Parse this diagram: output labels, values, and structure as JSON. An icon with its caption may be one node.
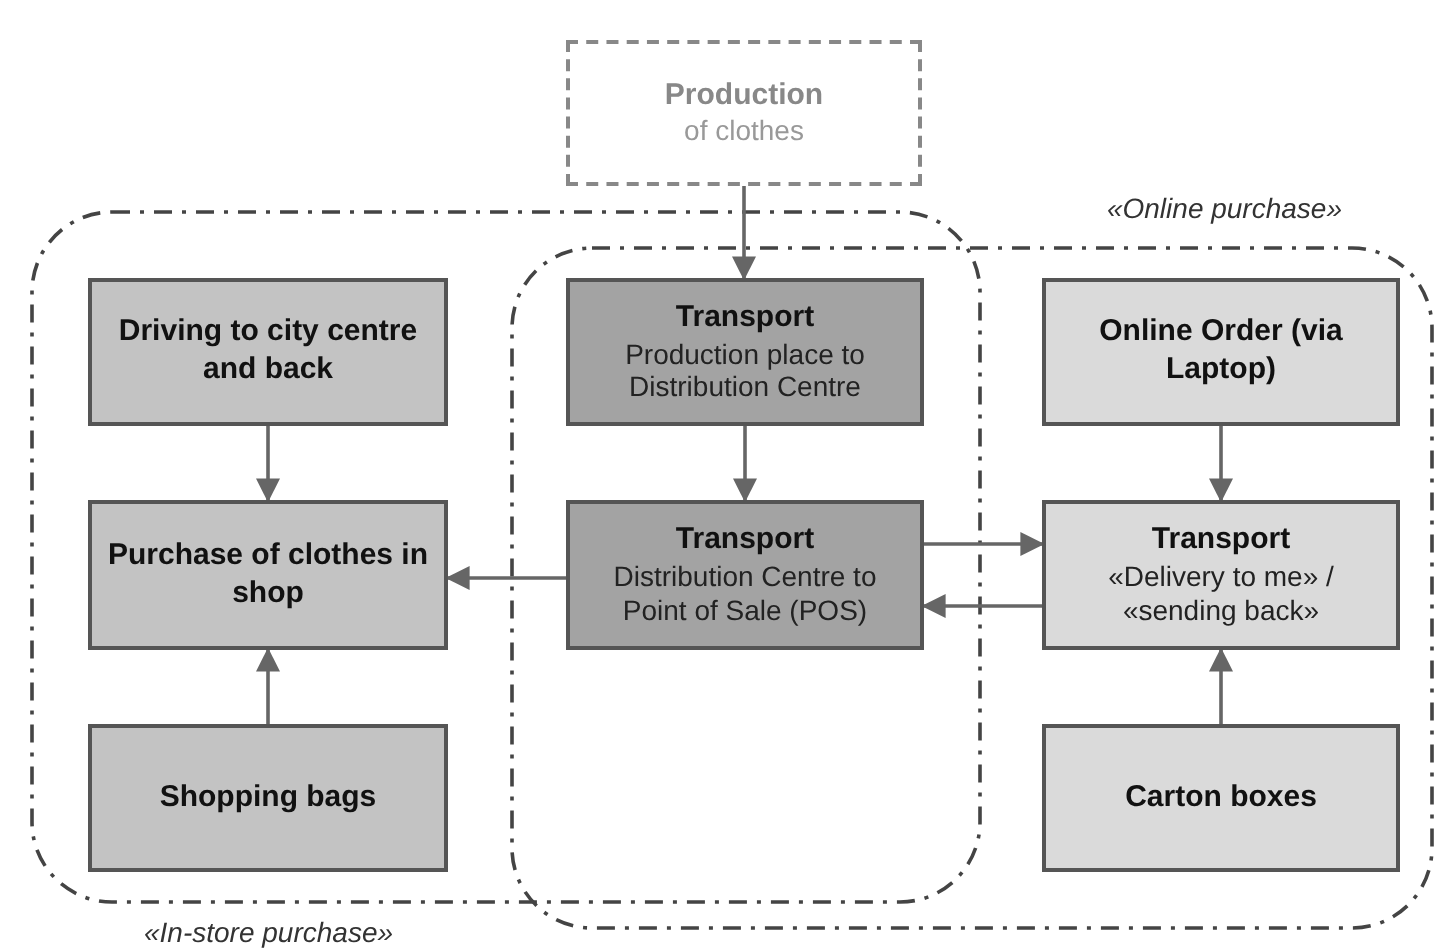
{
  "diagram": {
    "nodes": [
      {
        "text": [
          "Production",
          "of clothes"
        ]
      },
      {
        "text": [
          "«In-store purchase»"
        ]
      },
      {
        "text": [
          "Driving to city centre and back"
        ],
        "in": 1
      },
      {
        "text": [
          "Transport",
          "Production place to Distribution Centre"
        ]
      },
      {
        "text": [
          "«Online purchase»"
        ]
      },
      {
        "text": [
          "Online Order (via Laptop)"
        ],
        "in": 4
      },
      {
        "text": [
          "Purchase of clothes in shop"
        ],
        "in": 1
      },
      {
        "text": [
          "Transport",
          "Distribution Centre to Point of Sale (POS)"
        ]
      },
      {
        "text": [
          "Transport",
          "«Delivery to me» / «sending back»"
        ],
        "in": 4
      },
      {
        "text": [
          "Shopping bags"
        ],
        "in": 1
      },
      {
        "text": [
          "Carton boxes"
        ],
        "in": 4
      }
    ],
    "edges": [
      {
        "from": 0,
        "to": 3,
        "arrow": "to"
      },
      {
        "from": 3,
        "to": 7,
        "arrow": "to"
      },
      {
        "from": 2,
        "to": 6,
        "arrow": "to"
      },
      {
        "from": 9,
        "to": 6,
        "arrow": "to"
      },
      {
        "from": 7,
        "to": 6,
        "arrow": "to"
      },
      {
        "from": 7,
        "to": 8,
        "arrow": "to"
      },
      {
        "from": 8,
        "to": 7,
        "arrow": "to"
      },
      {
        "from": 5,
        "to": 8,
        "arrow": "to"
      },
      {
        "from": 10,
        "to": 8,
        "arrow": "to"
      }
    ]
  }
}
